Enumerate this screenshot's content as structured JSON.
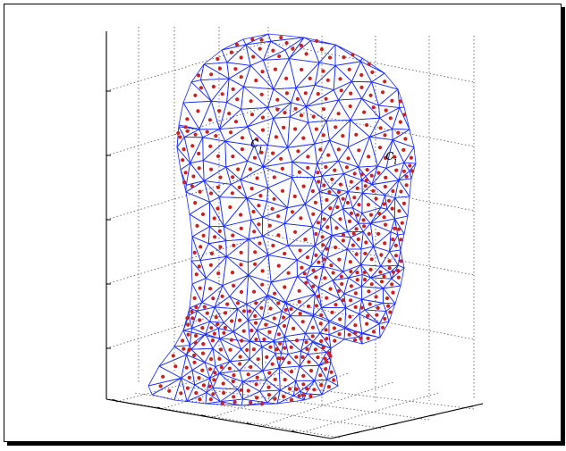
{
  "labels": {
    "cj": {
      "main": "c",
      "sub": "j"
    },
    "ci": {
      "main": "c",
      "sub": "i"
    }
  },
  "colors": {
    "mesh": "#1a2cff",
    "points": "#cc2020",
    "grid": "#555555",
    "axes": "#000000"
  }
}
